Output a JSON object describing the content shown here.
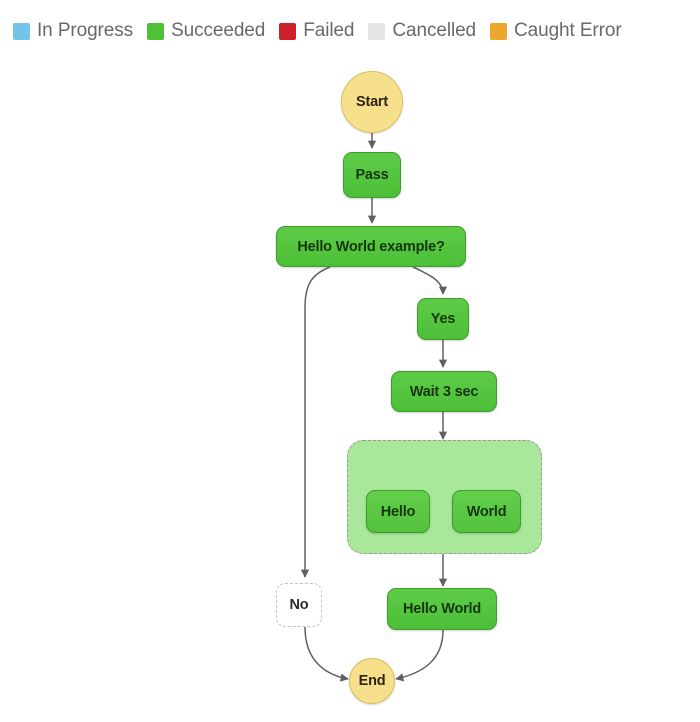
{
  "legend": {
    "items": [
      {
        "label": "In Progress",
        "color": "#72c5e8",
        "icon": "legend-swatch-in-progress"
      },
      {
        "label": "Succeeded",
        "color": "#4ec138",
        "icon": "legend-swatch-succeeded"
      },
      {
        "label": "Failed",
        "color": "#cc2229",
        "icon": "legend-swatch-failed"
      },
      {
        "label": "Cancelled",
        "color": "#e6e6e6",
        "icon": "legend-swatch-cancelled"
      },
      {
        "label": "Caught Error",
        "color": "#eca72c",
        "icon": "legend-swatch-caught-error"
      }
    ]
  },
  "graph": {
    "nodes": {
      "start": {
        "label": "Start"
      },
      "pass": {
        "label": "Pass"
      },
      "choice": {
        "label": "Hello World example?"
      },
      "yes": {
        "label": "Yes"
      },
      "wait": {
        "label": "Wait 3 sec"
      },
      "hello": {
        "label": "Hello"
      },
      "world": {
        "label": "World"
      },
      "hello_world": {
        "label": "Hello World"
      },
      "no": {
        "label": "No"
      },
      "end": {
        "label": "End"
      }
    }
  }
}
